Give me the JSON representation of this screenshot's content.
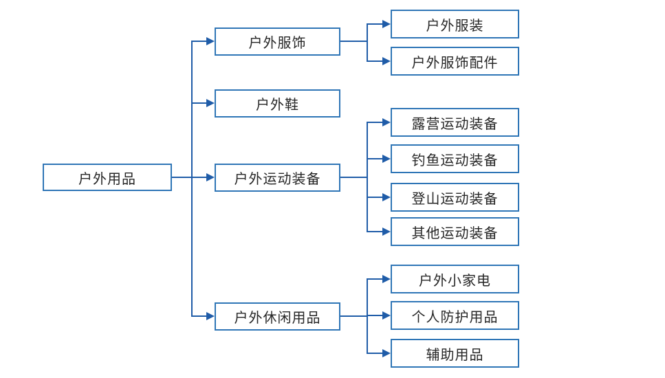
{
  "diagram": {
    "root": {
      "label": "户外用品"
    },
    "children": [
      {
        "label": "户外服饰",
        "children": [
          {
            "label": "户外服装"
          },
          {
            "label": "户外服饰配件"
          }
        ]
      },
      {
        "label": "户外鞋",
        "children": []
      },
      {
        "label": "户外运动装备",
        "children": [
          {
            "label": "露营运动装备"
          },
          {
            "label": "钓鱼运动装备"
          },
          {
            "label": "登山运动装备"
          },
          {
            "label": "其他运动装备"
          }
        ]
      },
      {
        "label": "户外休闲用品",
        "children": [
          {
            "label": "户外小家电"
          },
          {
            "label": "个人防护用品"
          },
          {
            "label": "辅助用品"
          }
        ]
      }
    ],
    "colors": {
      "box_border": "#2E75B6",
      "connector": "#1F5CA8",
      "text": "#262626",
      "background": "#FFFFFF"
    }
  }
}
